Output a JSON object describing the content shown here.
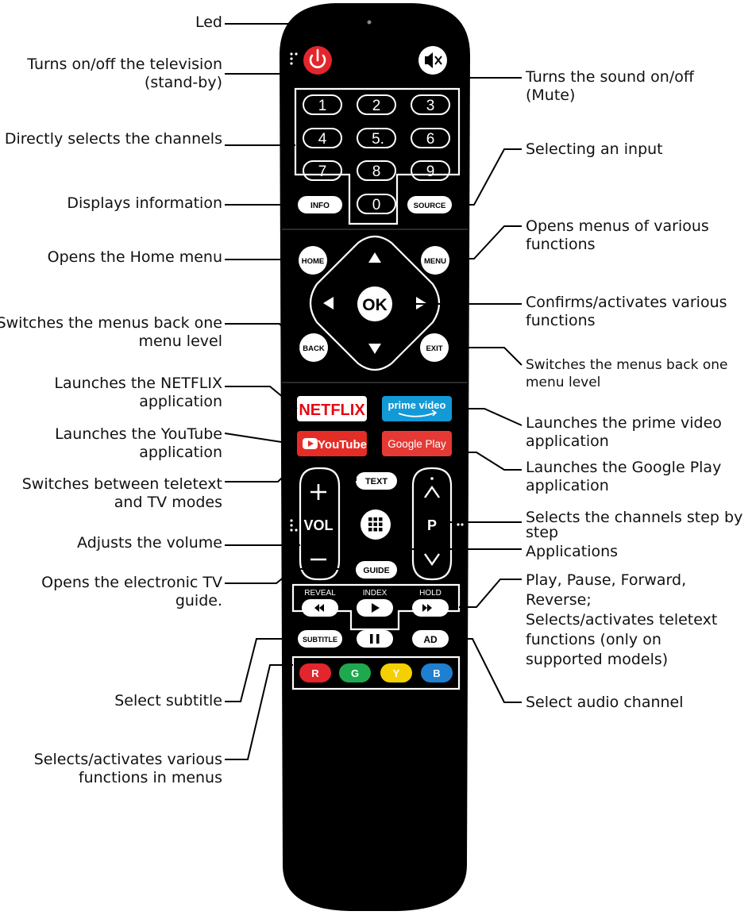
{
  "remote": {
    "keys": {
      "digits": [
        "1",
        "2",
        "3",
        "4",
        "5.",
        "6",
        "7",
        "8",
        "9",
        "0"
      ],
      "info": "INFO",
      "source": "SOURCE",
      "home": "HOME",
      "menu": "MENU",
      "ok": "OK",
      "back": "BACK",
      "exit": "EXIT",
      "netflix": "NETFLIX",
      "prime_video": "prime video",
      "youtube": "YouTube",
      "google_play": "Google Play",
      "text": "TEXT",
      "vol": "VOL",
      "p": "P",
      "guide": "GUIDE",
      "reveal": "REVEAL",
      "index": "INDEX",
      "hold": "HOLD",
      "subtitle": "SUBTITLE",
      "ad": "AD",
      "red": "R",
      "green": "G",
      "yellow": "Y",
      "blue": "B"
    },
    "colors": {
      "body": "#000000",
      "power": "#e2262b",
      "netflix": "#e50914",
      "prime": "#1399d6",
      "youtube": "#e52d27",
      "google_play": "#e53935",
      "red_key": "#e2262b",
      "green_key": "#1fa84f",
      "yellow_key": "#f5d000",
      "blue_key": "#1f7fd0"
    }
  },
  "labels_left": {
    "led": [
      "Led"
    ],
    "power": [
      "Turns on/off the television",
      "(stand-by)"
    ],
    "digits": [
      "Directly selects the channels"
    ],
    "info": [
      "Displays information"
    ],
    "home": [
      "Opens the Home menu"
    ],
    "back": [
      "Switches the menus back one",
      "menu level"
    ],
    "netflix": [
      "Launches the NETFLIX",
      "application"
    ],
    "youtube": [
      "Launches the YouTube",
      "application"
    ],
    "text": [
      "Switches between teletext",
      "and TV modes"
    ],
    "volume": [
      "Adjusts the volume"
    ],
    "guide": [
      "Opens the electronic TV",
      "guide."
    ],
    "subtitle": [
      "Select subtitle"
    ],
    "color_keys": [
      "Selects/activates various",
      "functions in menus"
    ]
  },
  "labels_right": {
    "mute": [
      "Turns the sound on/off",
      "(Mute)"
    ],
    "source": [
      "Selecting an input"
    ],
    "menu": [
      "Opens menus of various",
      "functions"
    ],
    "ok": [
      "Confirms/activates various",
      "functions"
    ],
    "exit": [
      "Switches the menus back one",
      "menu level"
    ],
    "prime": [
      "Launches the prime video",
      "application"
    ],
    "google": [
      "Launches the Google Play",
      "application"
    ],
    "channel": [
      "Selects the channels step by",
      "step"
    ],
    "apps": [
      "Applications"
    ],
    "playback": [
      "Play, Pause, Forward,",
      "Reverse;",
      "Selects/activates teletext",
      "functions (only on",
      "supported models)"
    ],
    "audio": [
      "Select audio channel"
    ]
  }
}
